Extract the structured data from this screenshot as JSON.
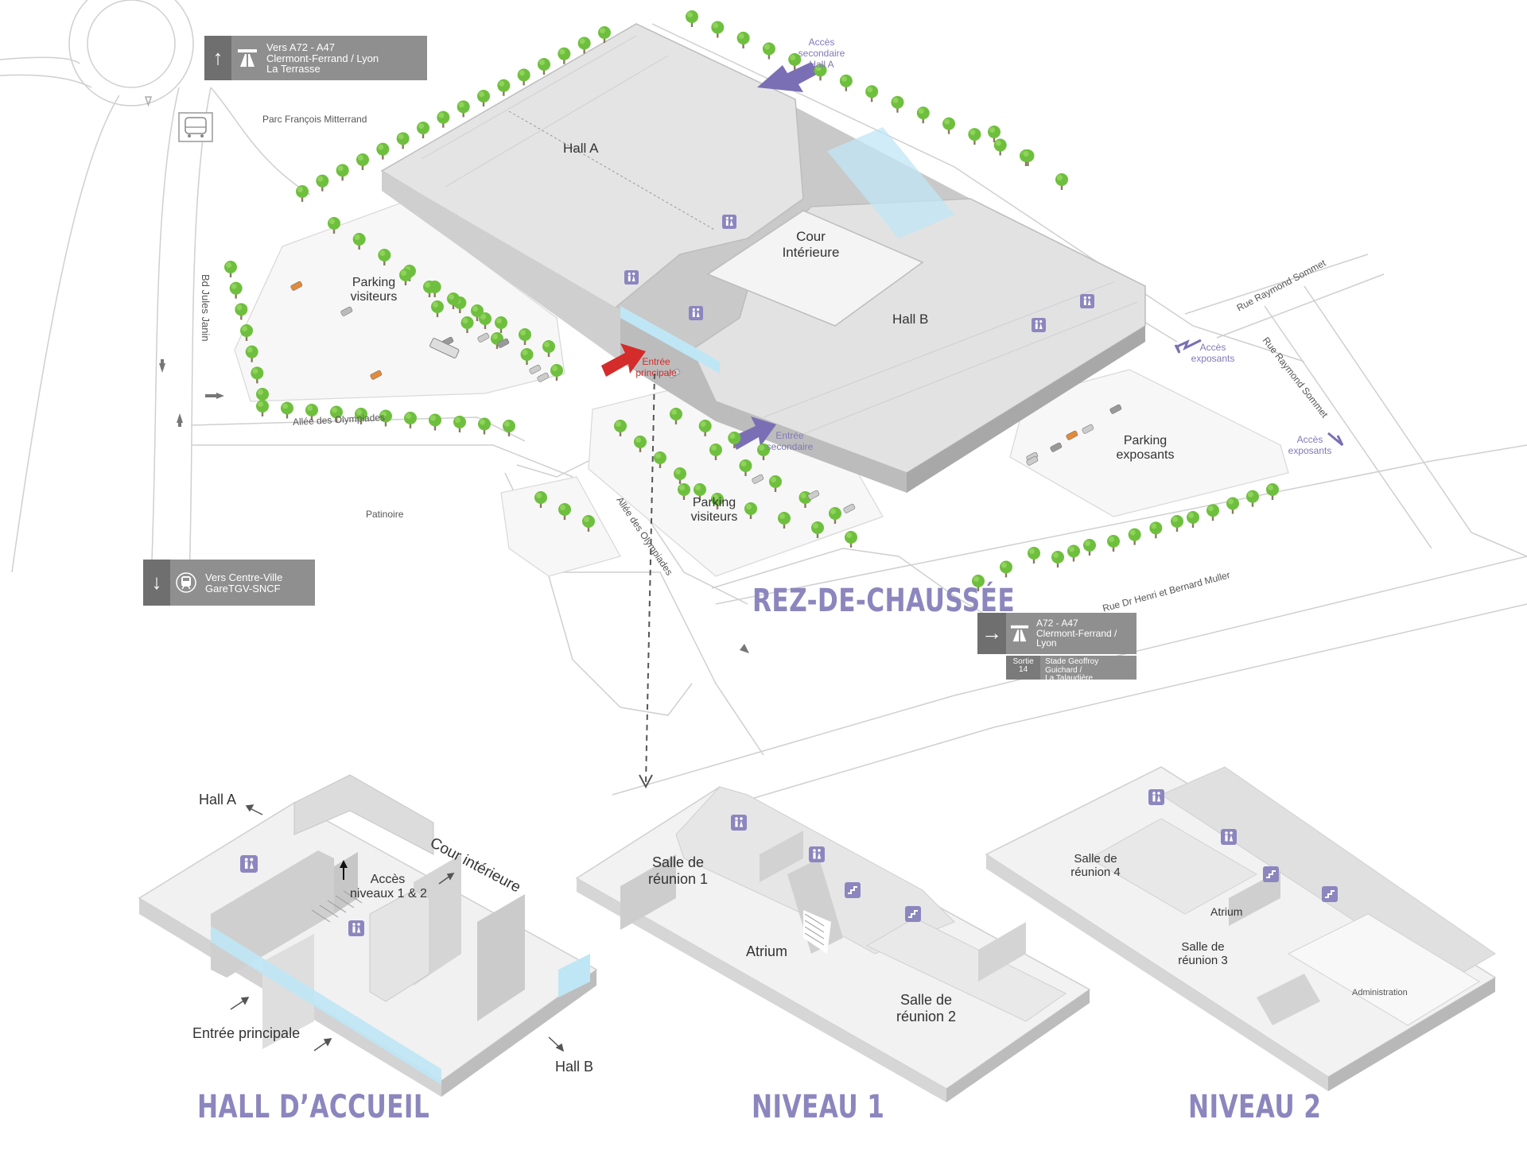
{
  "colors": {
    "title": "#8c86be",
    "access_arrow": "#7a6fb4",
    "main_entrance": "#d42b2b",
    "tree": "#6fbf3f",
    "building": "#e6e6e6",
    "glass": "#bfe6f5"
  },
  "signs": {
    "north": {
      "arrow": "up-arrow",
      "icon": "motorway-icon",
      "line1": "Vers A72 - A47",
      "line2": "Clermont-Ferrand / Lyon",
      "line3": "La Terrasse"
    },
    "south": {
      "arrow": "down-arrow",
      "icon": "train-icon",
      "line1": "Vers Centre-Ville",
      "line2": "GareTGV-SNCF"
    },
    "east": {
      "arrow": "right-arrow",
      "icon": "motorway-icon",
      "line1": "A72 - A47",
      "line2": "Clermont-Ferrand /",
      "line3": "Lyon",
      "exit_label": "Sortie",
      "exit_number": "14",
      "exit_destination_1": "Stade Geoffroy Guichard /",
      "exit_destination_2": "La Talaudière"
    }
  },
  "streets": {
    "parc": "Parc François Mitterrand",
    "jules_janin": "Bd Jules Janin",
    "allee_1": "Allée des Olympiades",
    "allee_2": "Allée des Olympiades",
    "raymond_1": "Rue Raymond Sommet",
    "raymond_2": "Rue Raymond Sommet",
    "muller": "Rue Dr Henri et Bernard Muller",
    "patinoire": "Patinoire"
  },
  "ground_floor": {
    "title": "REZ-DE-CHAUSSÉE",
    "hall_a": "Hall A",
    "hall_b": "Hall B",
    "cour_1": "Cour",
    "cour_2": "Intérieure",
    "parking_visiteurs_1": "Parking",
    "parking_visiteurs_2": "visiteurs",
    "parking_exposants_1": "Parking",
    "parking_exposants_2": "exposants",
    "secondary_access_hall_a": [
      "Accès",
      "secondaire",
      "Hall A"
    ],
    "main_entrance": [
      "Entrée",
      "principale"
    ],
    "secondary_entrance": [
      "Entrée",
      "secondaire"
    ],
    "exhibitor_access_1": [
      "Accès",
      "exposants"
    ],
    "exhibitor_access_2": [
      "Accès",
      "exposants"
    ]
  },
  "hall_accueil": {
    "title": "HALL D’ACCUEIL",
    "hall_a": "Hall A",
    "hall_b": "Hall B",
    "cour": "Cour intérieure",
    "access_1": "Accès",
    "access_2": "niveaux 1 & 2",
    "entrance": "Entrée principale"
  },
  "level_1": {
    "title": "NIVEAU 1",
    "room_1a": "Salle de",
    "room_1b": "réunion 1",
    "atrium": "Atrium",
    "room_2a": "Salle de",
    "room_2b": "réunion 2"
  },
  "level_2": {
    "title": "NIVEAU 2",
    "room_4a": "Salle de",
    "room_4b": "réunion 4",
    "atrium": "Atrium",
    "room_3a": "Salle de",
    "room_3b": "réunion 3",
    "administration": "Administration"
  }
}
